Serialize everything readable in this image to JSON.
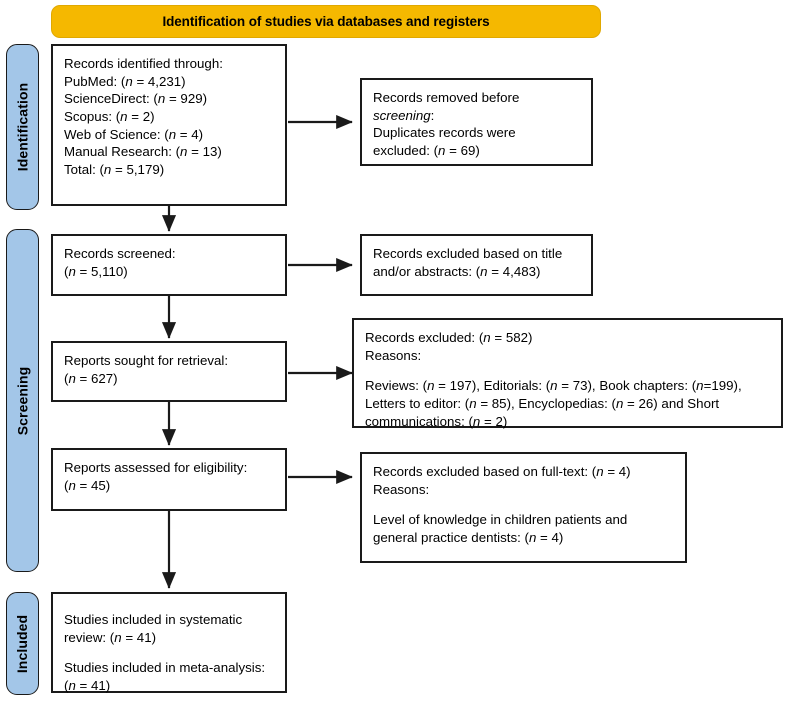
{
  "diagram": {
    "type": "prisma-flow-diagram",
    "banner": {
      "title": "Identification of studies via databases and registers",
      "color": "#F5B800"
    },
    "stage_labels": [
      {
        "name": "identification",
        "label": "Identification",
        "color": "#A3C6E8"
      },
      {
        "name": "screening",
        "label": "Screening",
        "color": "#A3C6E8"
      },
      {
        "name": "included",
        "label": "Included",
        "color": "#A3C6E8"
      }
    ],
    "boxes": {
      "records_identified": {
        "lines": [
          "Records identified through:",
          "PubMed: (n = 4,231)",
          "ScienceDirect: (n = 929)",
          "Scopus: (n = 2)",
          "Web of Science: (n = 4)",
          "Manual Research: (n = 13)",
          "Total: (n = 5,179)"
        ]
      },
      "records_removed": {
        "lines": [
          "Records removed before",
          "screening:",
          "Duplicates records were",
          "excluded: (n = 69)"
        ]
      },
      "records_screened": {
        "lines": [
          "Records screened:",
          "(n = 5,110)"
        ]
      },
      "records_excluded_title": {
        "lines": [
          "Records excluded based on title",
          "and/or abstracts: (n = 4,483)"
        ]
      },
      "reports_sought": {
        "lines": [
          "Reports sought for retrieval:",
          "(n = 627)"
        ]
      },
      "records_excluded_reasons": {
        "lines": [
          "Records excluded: (n = 582)",
          "Reasons:",
          "",
          "Reviews: (n = 197), Editorials: (n = 73), Book chapters: (n=199),",
          "Letters to editor: (n = 85), Encyclopedias: (n = 26) and Short",
          "communications: (n = 2)"
        ]
      },
      "reports_assessed": {
        "lines": [
          "Reports assessed for eligibility:",
          "(n = 45)"
        ]
      },
      "records_excluded_fulltext": {
        "lines": [
          "Records excluded based on full-text: (n = 4)",
          "Reasons:",
          "",
          "Level of knowledge in children patients and",
          "general practice dentists: (n = 4)"
        ]
      },
      "studies_included": {
        "lines": [
          "Studies included in systematic",
          "review: (n = 41)",
          "",
          "Studies included in meta-analysis:",
          "(n = 41)"
        ]
      }
    },
    "counts": {
      "pubmed": 4231,
      "sciencedirect": 929,
      "scopus": 2,
      "web_of_science": 4,
      "manual_research": 13,
      "total_identified": 5179,
      "duplicates_removed": 69,
      "records_screened": 5110,
      "excluded_title_abstract": 4483,
      "reports_sought": 627,
      "excluded_reports": 582,
      "reviews": 197,
      "editorials": 73,
      "book_chapters": 199,
      "letters_to_editor": 85,
      "encyclopedias": 26,
      "short_communications": 2,
      "reports_assessed": 45,
      "excluded_fulltext": 4,
      "excluded_fulltext_reason": 4,
      "included_systematic_review": 41,
      "included_meta_analysis": 41
    }
  }
}
